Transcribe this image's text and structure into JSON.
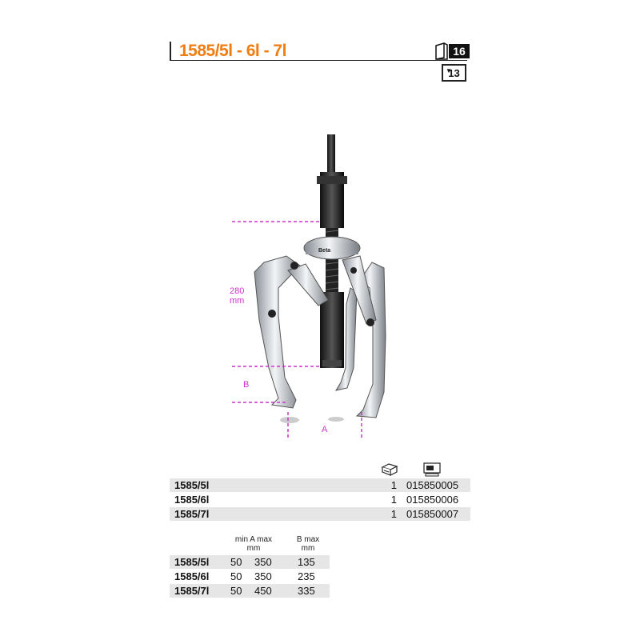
{
  "header": {
    "title": "1585/5l - 6l - 7l",
    "badge_top": "16",
    "badge_bottom": "13"
  },
  "figure": {
    "dim_height": "280",
    "dim_height_unit": "mm",
    "label_b": "B",
    "label_a": "A",
    "brand": "Beta",
    "accent_color": "#cc33cc"
  },
  "codes_table": {
    "icons": [
      "package-icon",
      "computer-icon"
    ],
    "rows": [
      {
        "code": "1585/5l",
        "qty": "1",
        "article": "015850005"
      },
      {
        "code": "1585/6l",
        "qty": "1",
        "article": "015850006"
      },
      {
        "code": "1585/7l",
        "qty": "1",
        "article": "015850007"
      }
    ]
  },
  "dims_table": {
    "head_a": "min A max",
    "head_a_unit": "mm",
    "head_b": "B max",
    "head_b_unit": "mm",
    "rows": [
      {
        "code": "1585/5l",
        "a_min": "50",
        "a_max": "350",
        "b_max": "135"
      },
      {
        "code": "1585/6l",
        "a_min": "50",
        "a_max": "350",
        "b_max": "235"
      },
      {
        "code": "1585/7l",
        "a_min": "50",
        "a_max": "450",
        "b_max": "335"
      }
    ]
  }
}
